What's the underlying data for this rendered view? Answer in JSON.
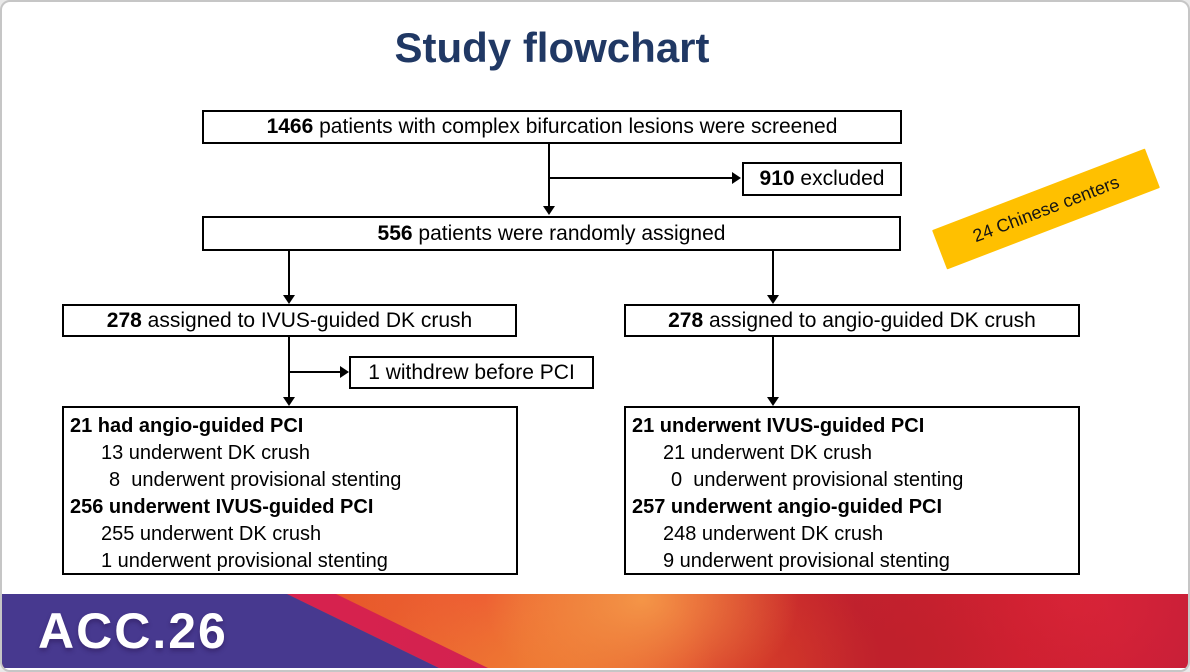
{
  "title": "Study flowchart",
  "flow": {
    "screened": {
      "number": "1466",
      "text": " patients with complex bifurcation lesions were screened"
    },
    "excluded": {
      "number": "910",
      "text": " excluded"
    },
    "randomized": {
      "number": "556",
      "text": " patients were randomly assigned"
    },
    "left_assigned": {
      "number": "278",
      "text": " assigned to IVUS-guided DK crush"
    },
    "right_assigned": {
      "number": "278",
      "text": " assigned to angio-guided DK crush"
    },
    "withdrew": {
      "text": "1 withdrew before PCI"
    },
    "left_outcome": {
      "lines": [
        {
          "text": "21 had angio-guided PCI"
        },
        {
          "text": "13 underwent DK crush"
        },
        {
          "text": "8  underwent provisional stenting"
        },
        {
          "text": "256 underwent IVUS-guided PCI"
        },
        {
          "text": "255 underwent DK crush"
        },
        {
          "text": "1 underwent provisional stenting"
        }
      ]
    },
    "right_outcome": {
      "lines": [
        {
          "text": "21 underwent IVUS-guided PCI"
        },
        {
          "text": "21 underwent DK crush"
        },
        {
          "text": "0  underwent provisional stenting"
        },
        {
          "text": "257 underwent angio-guided PCI"
        },
        {
          "text": "248 underwent DK crush"
        },
        {
          "text": "9 underwent provisional stenting"
        }
      ]
    }
  },
  "badge": {
    "label": "24 Chinese centers",
    "color": "#FFC000"
  },
  "footer": {
    "logo": "ACC.26",
    "purple": "#47398F"
  },
  "colors": {
    "title": "#203864",
    "box_border": "#000000"
  }
}
